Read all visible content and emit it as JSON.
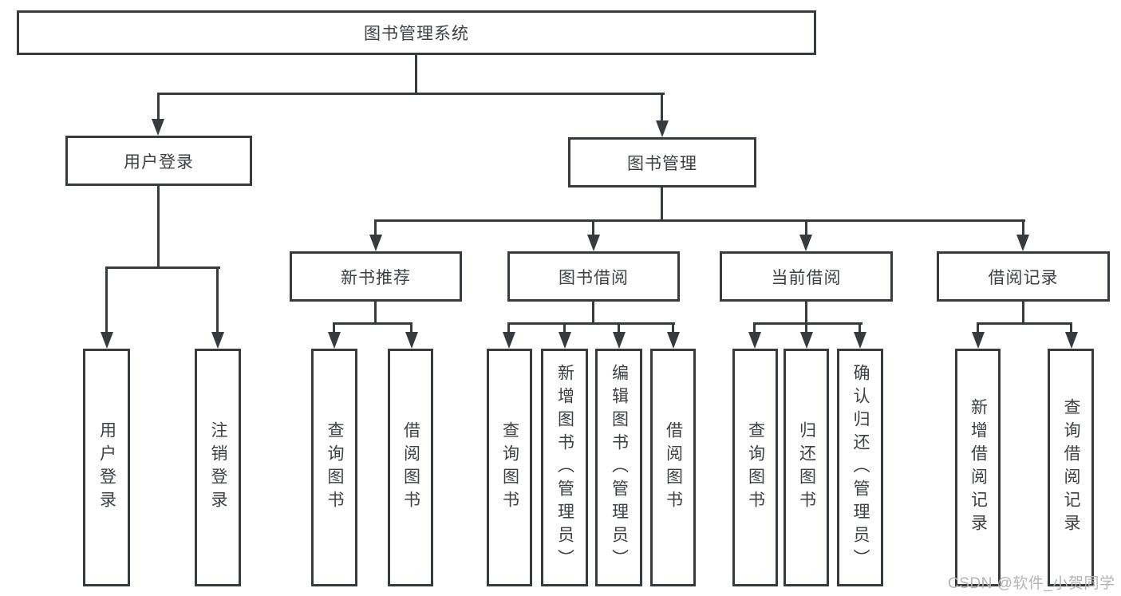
{
  "tree": {
    "label": "图书管理系统",
    "children": [
      {
        "label": "用户登录",
        "children": [
          {
            "label": "用户登录"
          },
          {
            "label": "注销登录"
          }
        ]
      },
      {
        "label": "图书管理",
        "children": [
          {
            "label": "新书推荐",
            "children": [
              {
                "label": "查询图书"
              },
              {
                "label": "借阅图书"
              }
            ]
          },
          {
            "label": "图书借阅",
            "children": [
              {
                "label": "查询图书"
              },
              {
                "label": "新增图书（管理员）"
              },
              {
                "label": "编辑图书（管理员）"
              },
              {
                "label": "借阅图书"
              }
            ]
          },
          {
            "label": "当前借阅",
            "children": [
              {
                "label": "查询图书"
              },
              {
                "label": "归还图书"
              },
              {
                "label": "确认归还（管理员）"
              }
            ]
          },
          {
            "label": "借阅记录",
            "children": [
              {
                "label": "新增借阅记录"
              },
              {
                "label": "查询借阅记录"
              }
            ]
          }
        ]
      }
    ]
  },
  "watermark": {
    "text": "CSDN @软件_小贺同学"
  },
  "colors": {
    "line": "#383b3e",
    "text": "#3d4043",
    "watermark": "#b4b4b4",
    "background": "#ffffff"
  }
}
